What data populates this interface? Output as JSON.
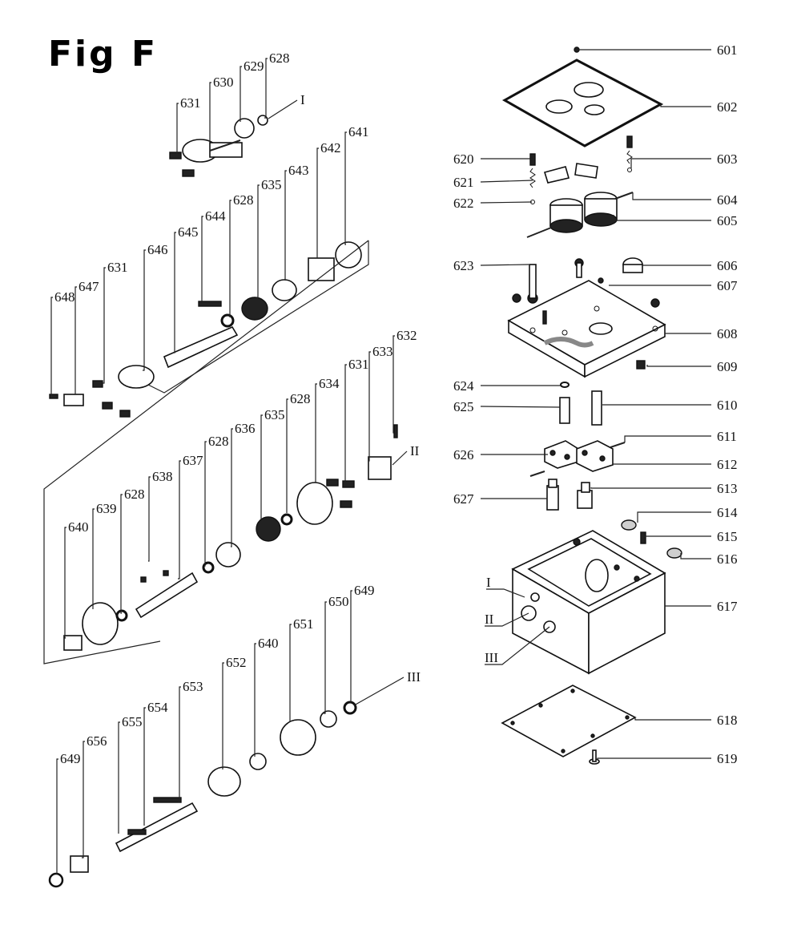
{
  "figure": {
    "title": "Fig F",
    "shaft_labels": [
      "I",
      "II",
      "III"
    ],
    "housing_labels": [
      "I",
      "II",
      "III"
    ]
  },
  "left_callouts": {
    "assembly_I": [
      "631",
      "630",
      "629",
      "628"
    ],
    "assembly_top": [
      "648",
      "647",
      "631",
      "646",
      "645",
      "644",
      "628",
      "635",
      "643",
      "642",
      "641"
    ],
    "assembly_II": [
      "640",
      "639",
      "628",
      "638",
      "637",
      "628",
      "636",
      "635",
      "628",
      "634",
      "631",
      "633",
      "632"
    ],
    "assembly_III": [
      "649",
      "656",
      "655",
      "654",
      "653",
      "652",
      "640",
      "651",
      "650",
      "649"
    ]
  },
  "right_callouts": {
    "left_side": [
      "620",
      "621",
      "622",
      "623",
      "624",
      "625",
      "626",
      "627"
    ],
    "right_side": [
      "601",
      "602",
      "603",
      "604",
      "605",
      "606",
      "607",
      "608",
      "609",
      "610",
      "611",
      "612",
      "613",
      "614",
      "615",
      "616",
      "617",
      "618",
      "619"
    ]
  }
}
